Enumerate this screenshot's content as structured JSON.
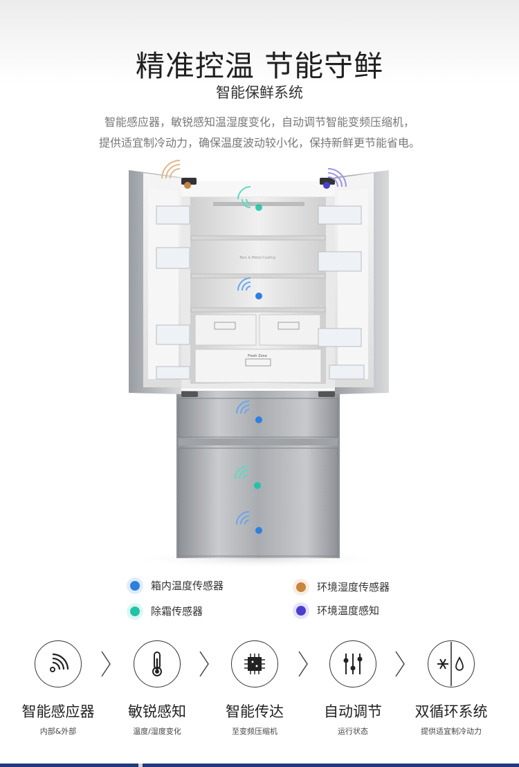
{
  "header": {
    "title": "精准控温 节能守鲜",
    "subtitle": "智能保鲜系统",
    "desc_line1": "智能感应器，敏锐感知温湿度变化，自动调节智能变频压缩机，",
    "desc_line2": "提供适宜制冷动力，确保温度波动较小化，保持新鲜更节能省电。"
  },
  "fridge": {
    "fresh_zone_label": "Fresh Zone",
    "shelf_label": "Twin & Metal Cooling"
  },
  "legend": [
    {
      "label": "箱内温度传感器",
      "color": "#2f7fe0"
    },
    {
      "label": "环境湿度传感器",
      "color": "#c9843f"
    },
    {
      "label": "除霜传感器",
      "color": "#21c4a6"
    },
    {
      "label": "环境温度感知",
      "color": "#4b3fd0"
    }
  ],
  "steps": [
    {
      "title": "智能感应器",
      "sub": "内部&外部",
      "icon": "wifi-signal-icon"
    },
    {
      "title": "敏锐感知",
      "sub": "温度/湿度变化",
      "icon": "thermometer-icon"
    },
    {
      "title": "智能传达",
      "sub": "至变频压缩机",
      "icon": "chip-icon"
    },
    {
      "title": "自动调节",
      "sub": "运行状态",
      "icon": "sliders-icon"
    },
    {
      "title": "双循环系统",
      "sub": "提供适宜制冷动力",
      "icon": "snow-drop-icon"
    }
  ],
  "colors": {
    "inner_sensor": "#2f7fe0",
    "humidity_sensor": "#c9843f",
    "defrost_sensor": "#21c4a6",
    "ambient_sensor": "#4b3fd0"
  }
}
